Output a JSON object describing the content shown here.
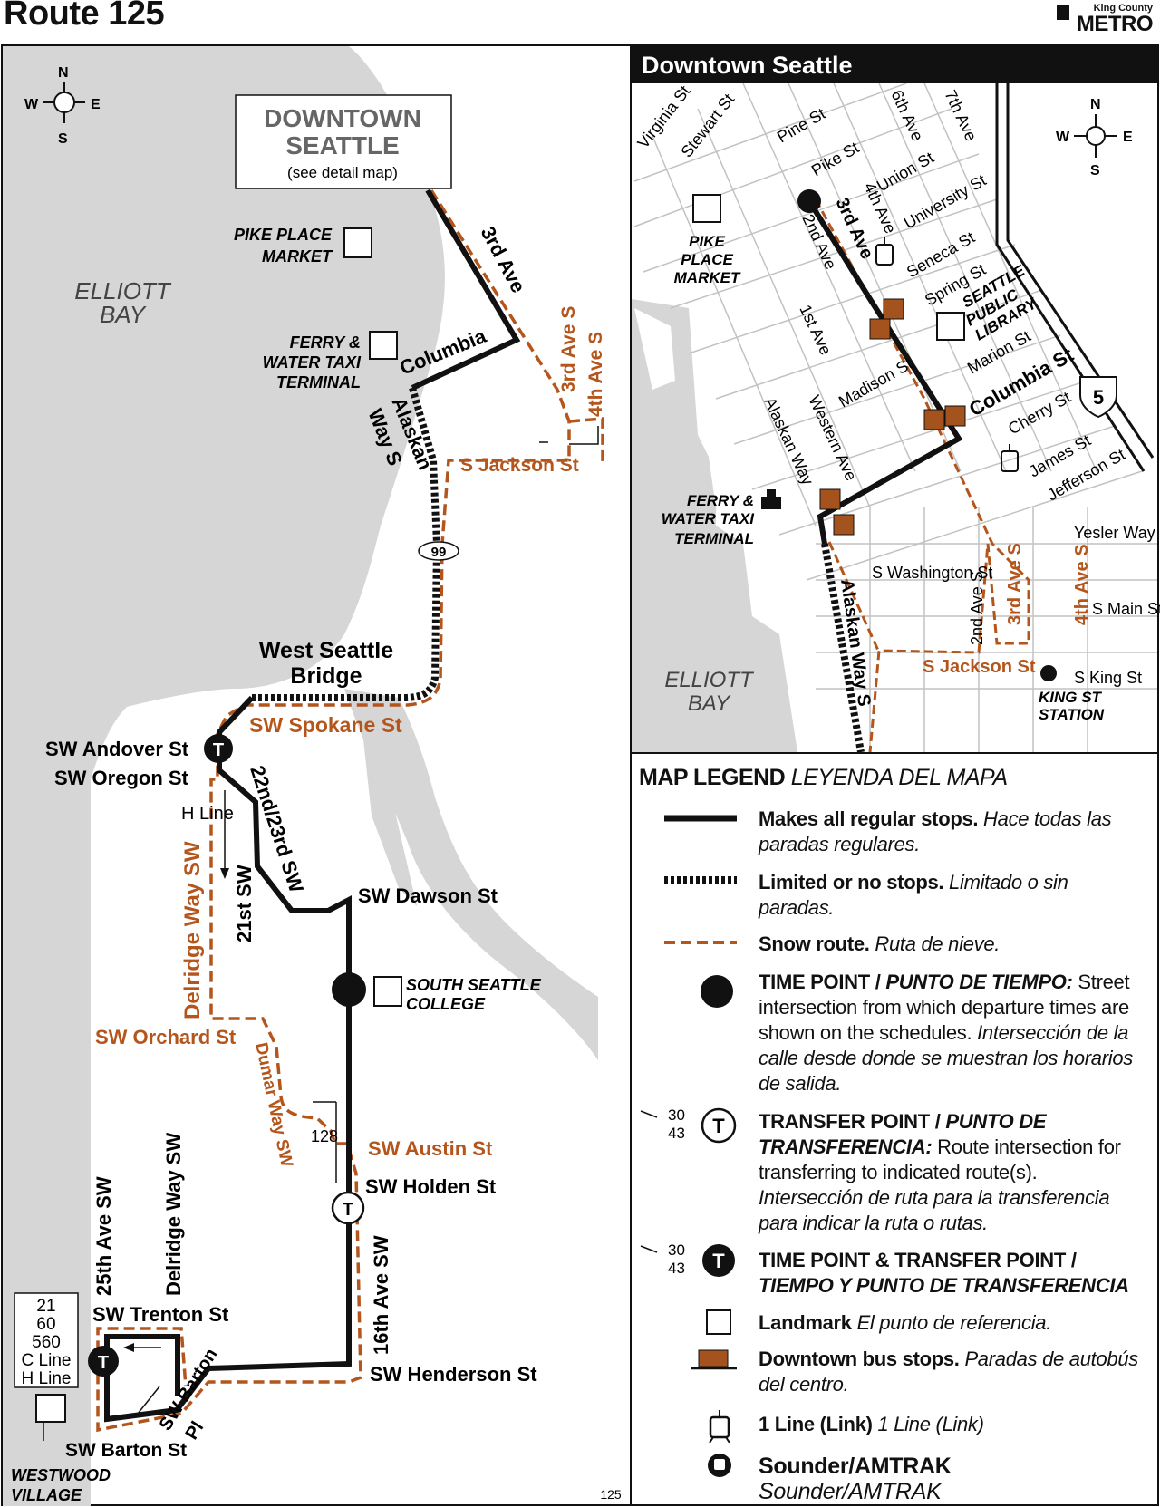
{
  "header": {
    "title": "Route 125",
    "agency_top": "King County",
    "agency_main": "METRO"
  },
  "main_map": {
    "compass": {
      "n": "N",
      "s": "S",
      "e": "E",
      "w": "W"
    },
    "downtown_box": {
      "title_line1": "DOWNTOWN",
      "title_line2": "SEATTLE",
      "note": "(see detail map)"
    },
    "water": {
      "line1": "ELLIOTT",
      "line2": "BAY"
    },
    "landmarks": {
      "pike_place_1": "PIKE PLACE",
      "pike_place_2": "MARKET",
      "ferry_1": "FERRY &",
      "ferry_2": "WATER TAXI",
      "ferry_3": "TERMINAL",
      "college_1": "SOUTH SEATTLE",
      "college_2": "COLLEGE",
      "westwood_1": "WESTWOOD",
      "westwood_2": "VILLAGE"
    },
    "streets": {
      "third_ave": "3rd Ave",
      "columbia": "Columbia",
      "alaskan_1": "Alaskan",
      "alaskan_2": "Way S",
      "third_ave_s": "3rd Ave S",
      "fourth_ave_s": "4th Ave S",
      "s_jackson": "S Jackson St",
      "highway": "99",
      "bridge_1": "West Seattle",
      "bridge_2": "Bridge",
      "spokane": "SW Spokane St",
      "andover": "SW Andover St",
      "oregon": "SW Oregon St",
      "h_line": "H Line",
      "delridge_top": "Delridge Way SW",
      "twentyfirst": "21st SW",
      "twentysecond": "22nd/23rd SW",
      "dawson": "SW Dawson St",
      "orchard": "SW Orchard St",
      "dumar": "Dumar Way SW",
      "route_128": "128",
      "austin": "SW Austin St",
      "holden": "SW Holden St",
      "sixteenth": "16th Ave SW",
      "twentyfifth": "25th Ave SW",
      "delridge_bottom": "Delridge Way SW",
      "trenton": "SW Trenton St",
      "henderson": "SW Henderson St",
      "barton_pl_1": "SW Barton",
      "barton_pl_2": "Pl",
      "barton_st": "SW Barton St"
    },
    "transfer_routes": [
      "21",
      "60",
      "560",
      "C Line",
      "H Line"
    ],
    "page_number": "125"
  },
  "detail_map": {
    "title": "Downtown Seattle",
    "compass": {
      "n": "N",
      "s": "S",
      "e": "E",
      "w": "W"
    },
    "streets": {
      "virginia": "Virginia St",
      "stewart": "Stewart St",
      "pine": "Pine St",
      "sixth": "6th Ave",
      "seventh": "7th Ave",
      "pike": "Pike St",
      "union": "Union St",
      "fourth": "4th Ave",
      "third": "3rd Ave",
      "second": "2nd Ave",
      "university": "University St",
      "seneca": "Seneca St",
      "spring": "Spring St",
      "first": "1st Ave",
      "madison": "Madison St",
      "marion": "Marion St",
      "columbia": "Columbia St",
      "cherry": "Cherry St",
      "james": "James St",
      "jefferson": "Jefferson St",
      "western": "Western Ave",
      "alaskan_way": "Alaskan Way",
      "yesler": "Yesler Way",
      "washington": "S Washington St",
      "second_s": "2nd Ave S",
      "third_s": "3rd Ave S",
      "fourth_s": "4th Ave S",
      "main": "S Main St",
      "jackson": "S Jackson St",
      "king": "S King St",
      "alaskan_way_s": "Alaskan Way S",
      "interstate": "5"
    },
    "landmarks": {
      "pike_1": "PIKE",
      "pike_2": "PLACE",
      "pike_3": "MARKET",
      "library_1": "SEATTLE",
      "library_2": "PUBLIC",
      "library_3": "LIBRARY",
      "ferry_1": "FERRY &",
      "ferry_2": "WATER TAXI",
      "ferry_3": "TERMINAL",
      "station_1": "KING ST",
      "station_2": "STATION"
    },
    "water": {
      "line1": "ELLIOTT",
      "line2": "BAY"
    }
  },
  "legend": {
    "heading_en": "MAP LEGEND",
    "heading_es": "LEYENDA DEL MAPA",
    "items": [
      {
        "bold": "Makes all regular stops.",
        "italic": "Hace todas las paradas regulares."
      },
      {
        "bold": "Limited or no stops.",
        "italic": "Limitado o sin paradas."
      },
      {
        "bold": "Snow route.",
        "italic": "Ruta de nieve."
      },
      {
        "bold": "TIME POINT / ",
        "bold_italic": "PUNTO DE TIEMPO:",
        "text": "Street intersection from which departure times are shown on the schedules.",
        "italic": "Intersección de la calle desde donde se muestran los horarios de salida."
      },
      {
        "bold": "TRANSFER POINT / ",
        "bold_italic": "PUNTO DE TRANSFERENCIA:",
        "text": "Route intersection for transferring to indicated route(s).",
        "italic": "Intersección de ruta para la transferencia para indicar la ruta o rutas."
      },
      {
        "bold": "TIME POINT & TRANSFER POINT / ",
        "bold_italic": "TIEMPO Y PUNTO DE TRANSFERENCIA"
      },
      {
        "bold": "Landmark",
        "italic": "El punto de referencia."
      },
      {
        "bold": "Downtown bus stops.",
        "italic": "Paradas de autobús del centro."
      },
      {
        "bold": "1 Line (Link)",
        "italic": "1 Line (Link)"
      },
      {
        "bold": "Sounder/AMTRAK",
        "italic": "Sounder/AMTRAK"
      }
    ],
    "sample_routes": [
      "30",
      "43"
    ],
    "transfer_letter": "T"
  },
  "colors": {
    "route": "#111111",
    "snow": "#b4551c",
    "water": "#d6d6d6",
    "stop": "#a4521e"
  }
}
